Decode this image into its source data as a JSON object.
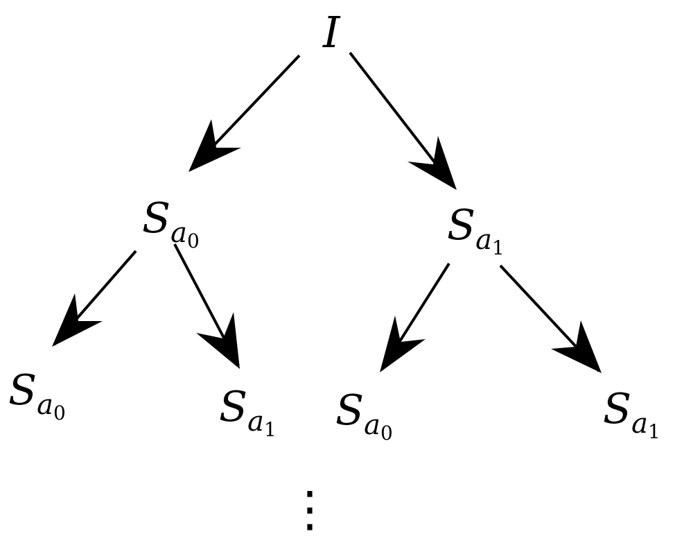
{
  "root": {
    "label": "I"
  },
  "level1": [
    {
      "label": "S",
      "sub_base": "a",
      "sub_index": "0"
    },
    {
      "label": "S",
      "sub_base": "a",
      "sub_index": "1"
    }
  ],
  "level2": [
    {
      "label": "S",
      "sub_base": "a",
      "sub_index": "0"
    },
    {
      "label": "S",
      "sub_base": "a",
      "sub_index": "1"
    },
    {
      "label": "S",
      "sub_base": "a",
      "sub_index": "0"
    },
    {
      "label": "S",
      "sub_base": "a",
      "sub_index": "1"
    }
  ],
  "continuation": "⋮",
  "colors": {
    "ink": "#000000",
    "background": "#ffffff"
  }
}
